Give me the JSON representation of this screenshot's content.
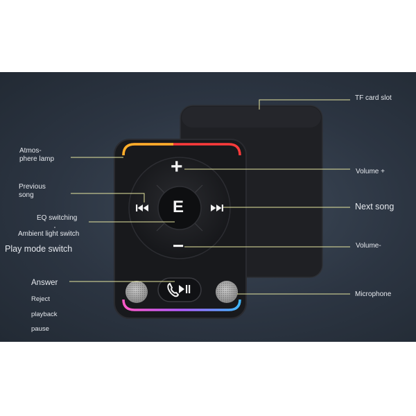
{
  "labels": {
    "tf_card_slot": "TF card slot",
    "atmosphere_lamp": "Atmos-\nphere lamp",
    "volume_plus": "Volume +",
    "previous_song": "Previous\nsong",
    "next_song": "Next song",
    "eq_switching": "EQ switching",
    "ambient_light_switch": "Ambient light switch",
    "play_mode_switch": "Play mode switch",
    "volume_minus": "Volume-",
    "answer": "Answer",
    "reject": "Reject",
    "playback": "playback",
    "pause": "pause",
    "microphone": "Microphone"
  },
  "device": {
    "center_button": "E",
    "plus_symbol": "+",
    "minus_symbol": "−"
  },
  "icons": [
    "previous-track-icon",
    "next-track-icon",
    "phone-play-pause-icon",
    "microphone-grille-icon"
  ],
  "colors": {
    "background_panel": "#2c3542",
    "device_body": "#1c1d20",
    "leader_line": "#e6e6a0",
    "label_text": "#e6e9ee"
  }
}
